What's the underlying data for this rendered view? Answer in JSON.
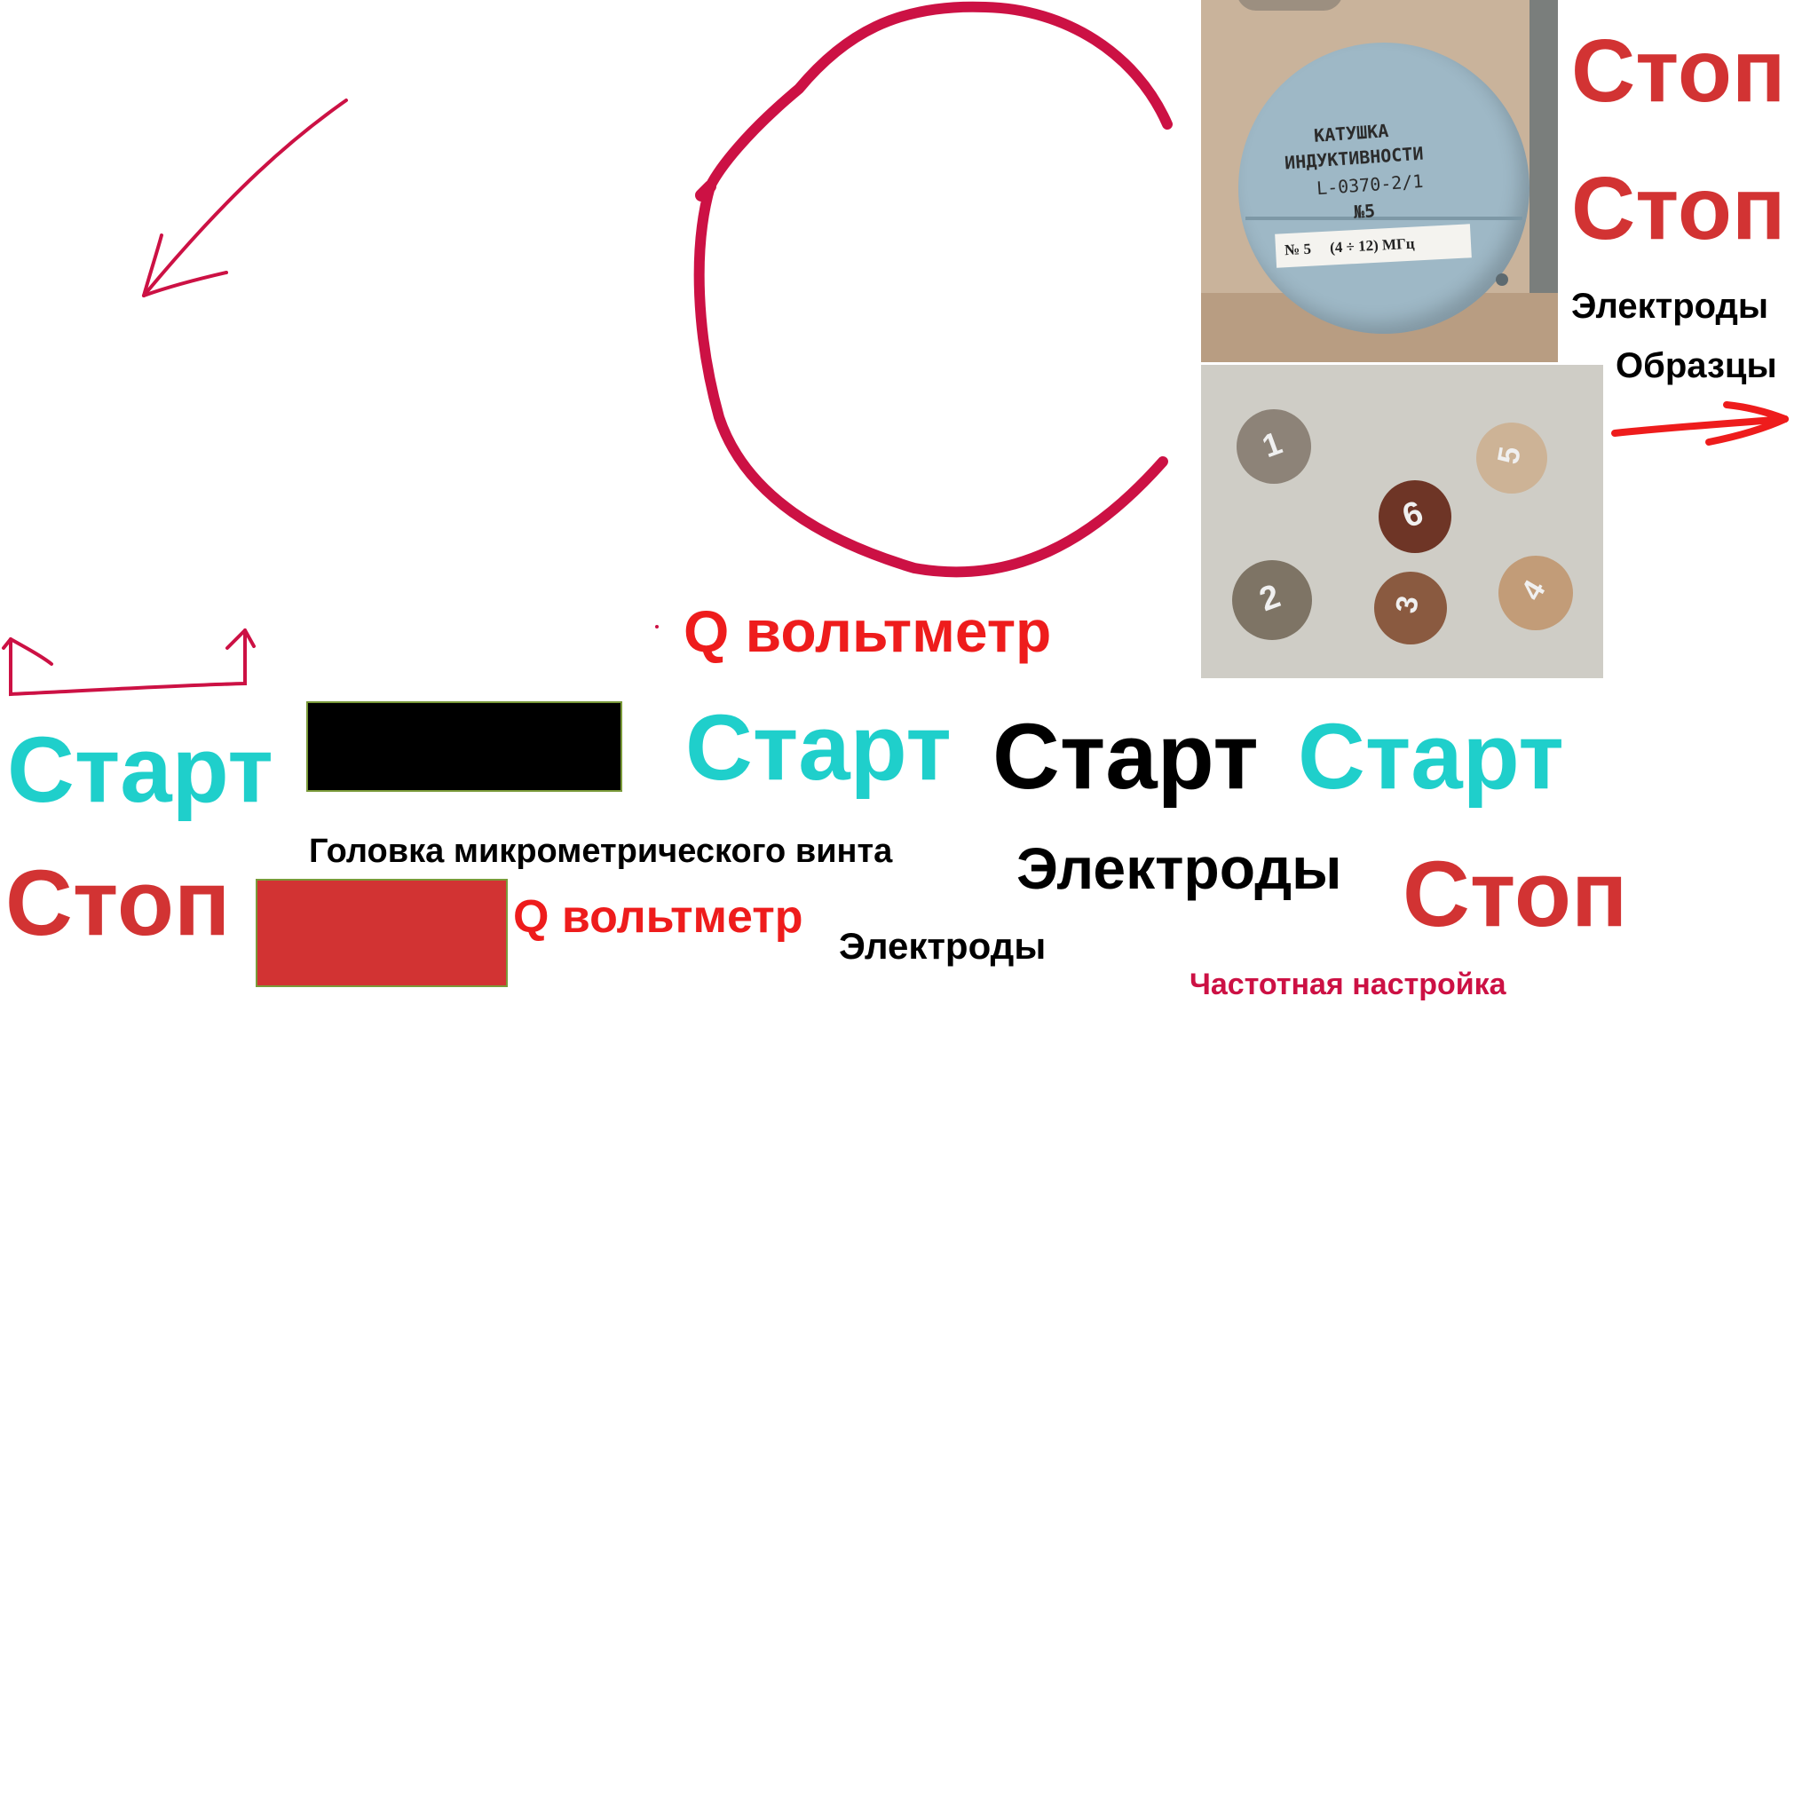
{
  "colors": {
    "teal": "#1fcfcb",
    "red_text": "#d23333",
    "bright_red": "#ee1c1c",
    "crimson": "#cc1144",
    "black": "#000000",
    "red_box": "#d23333",
    "box_border": "#7a9a3a"
  },
  "labels": {
    "stop_top_1": "Стоп",
    "stop_top_2": "Стоп",
    "electrodes_top": "Электроды",
    "samples": "Образцы",
    "q_voltmeter_1": "Q вольтметр",
    "start_left": "Старт",
    "start_teal_2": "Старт",
    "start_black": "Старт",
    "start_teal_3": "Старт",
    "micrometer_head": "Головка микрометрического винта",
    "electrodes_mid": "Электроды",
    "stop_right": "Стоп",
    "stop_left": "Стоп",
    "q_voltmeter_2": "Q вольтметр",
    "electrodes_small": "Электроды",
    "frequency_tuning": "Частотная настройка"
  },
  "coil_photo": {
    "line1": "КАТУШКА",
    "line2": "ИНДУКТИВНОСТИ",
    "line3": "L-0370-2/1",
    "line4": "№5",
    "plate": "№ 5     (4 ÷ 12) МГц"
  },
  "samples_photo": {
    "discs": [
      {
        "label": "1",
        "color": "#8d8378"
      },
      {
        "label": "5",
        "color": "#cdb396"
      },
      {
        "label": "6",
        "color": "#6e3526"
      },
      {
        "label": "2",
        "color": "#7e7465"
      },
      {
        "label": "3",
        "color": "#8a5a40"
      },
      {
        "label": "4",
        "color": "#c29c78"
      }
    ]
  }
}
